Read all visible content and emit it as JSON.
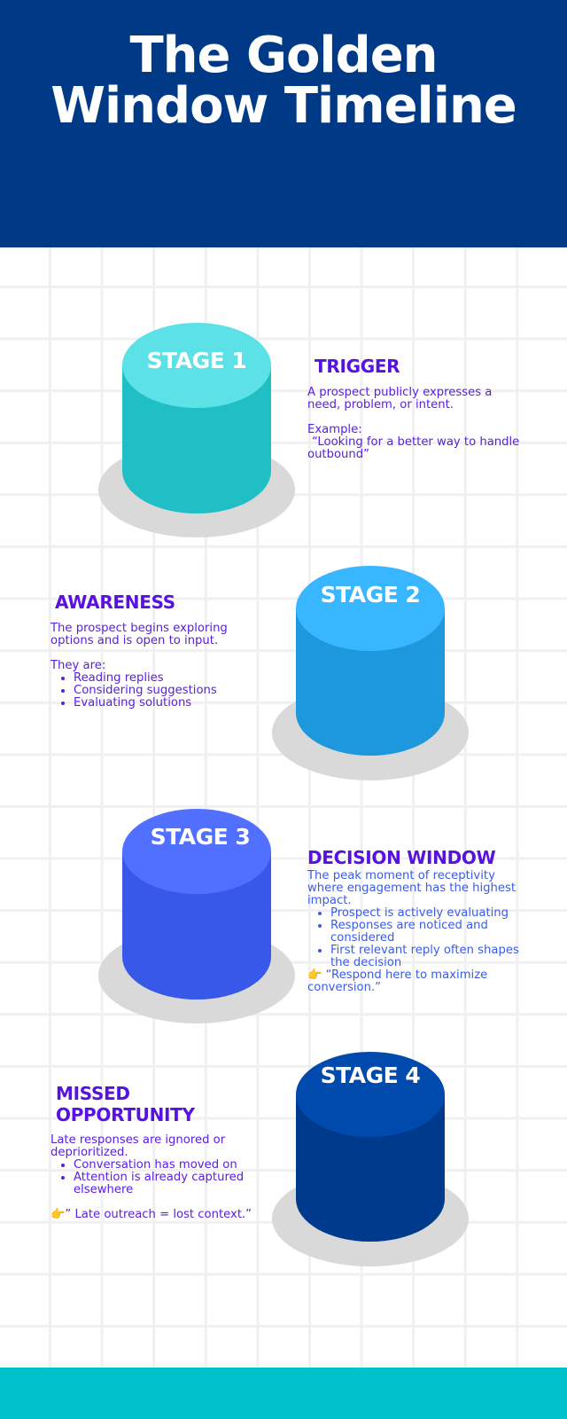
{
  "header": {
    "title_line1": "The Golden",
    "title_line2": "Window Timeline",
    "background_color": "#003a87"
  },
  "stages": [
    {
      "label": "STAGE 1",
      "top_color": "#5ce1e6",
      "side_color": "#20bfc6",
      "heading": "TRIGGER",
      "paragraph1": "A prospect publicly expresses a need, problem, or intent.",
      "paragraph2_label": "Example:",
      "paragraph2_quote": "“Looking for a better way to handle outbound”"
    },
    {
      "label": "STAGE 2",
      "top_color": "#38b6ff",
      "side_color": "#1e98dc",
      "heading": "AWARENESS",
      "paragraph1": "The prospect begins exploring options and is open to input.",
      "list_intro": "They are:",
      "bullets": [
        "Reading replies",
        "Considering suggestions",
        "Evaluating solutions"
      ]
    },
    {
      "label": "STAGE 3",
      "top_color": "#5170ff",
      "side_color": "#3858e9",
      "heading": "DECISION WINDOW",
      "paragraph1": "The peak moment of receptivity where engagement has the highest impact.",
      "bullets": [
        "Prospect is actively evaluating",
        "Responses are noticed and considered",
        "First relevant reply often shapes the decision"
      ],
      "callout_icon": "pointing-hand-icon",
      "callout_emoji": "👉",
      "callout": " “Respond here to maximize conversion.”"
    },
    {
      "label": "STAGE 4",
      "top_color": "#004aad",
      "side_color": "#003a8c",
      "heading": "MISSED OPPORTUNITY",
      "paragraph1": "Late responses are ignored or deprioritized.",
      "bullets": [
        "Conversation has moved on",
        "Attention is already captured elsewhere"
      ],
      "callout_icon": "pointing-hand-icon",
      "callout_emoji": "👉",
      "callout": "” Late outreach = lost context.”"
    }
  ],
  "colors": {
    "heading": "#5712e0",
    "body_text": "#5b1fe0",
    "stage3_text": "#3a5ce6",
    "shadow": "#d9d9d9",
    "grid_line": "#f0f0f0",
    "footer": "#00c2cb"
  }
}
